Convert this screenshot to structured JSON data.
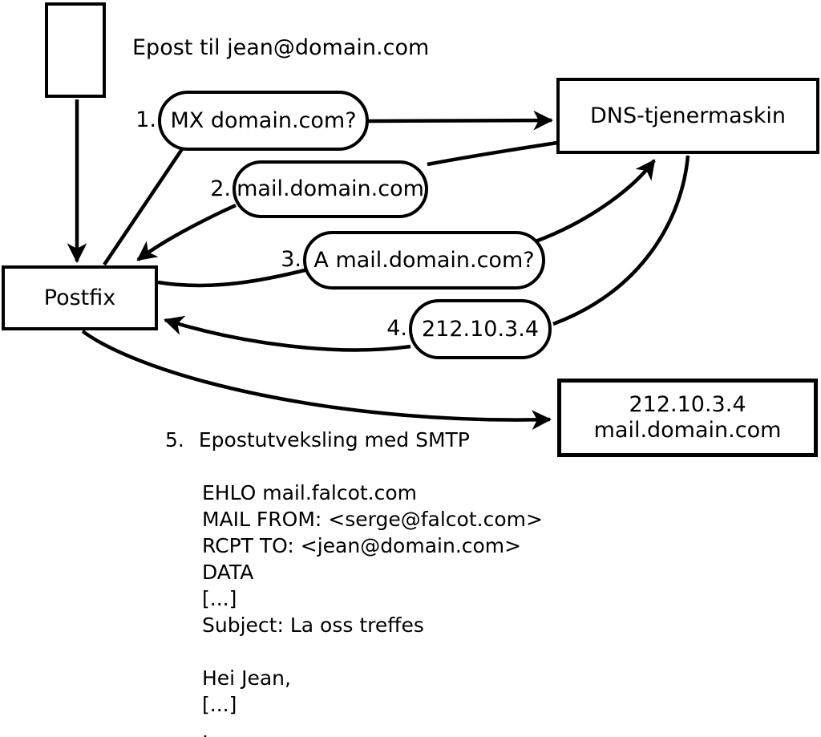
{
  "diagram": {
    "title": "Epost til jean@domain.com",
    "colors": {
      "ink": "#000000",
      "background": "#ffffff"
    },
    "nodes": {
      "postfix": {
        "label": "Postfix"
      },
      "dns": {
        "label": "DNS-tjenermaskin"
      },
      "mailserver": {
        "line1": "212.10.3.4",
        "line2": "mail.domain.com"
      }
    },
    "steps": [
      {
        "num": "1.",
        "text": "MX domain.com?"
      },
      {
        "num": "2.",
        "text": "mail.domain.com"
      },
      {
        "num": "3.",
        "text": "A mail.domain.com?"
      },
      {
        "num": "4.",
        "text": "212.10.3.4"
      },
      {
        "num": "5.",
        "text": "Epostutveksling med SMTP"
      }
    ],
    "smtp_session": [
      "EHLO mail.falcot.com",
      "MAIL FROM: <serge@falcot.com>",
      "RCPT TO: <jean@domain.com>",
      "DATA",
      "[...]",
      "Subject: La oss treffes",
      "",
      "Hei Jean,",
      "[...]",
      "."
    ]
  }
}
